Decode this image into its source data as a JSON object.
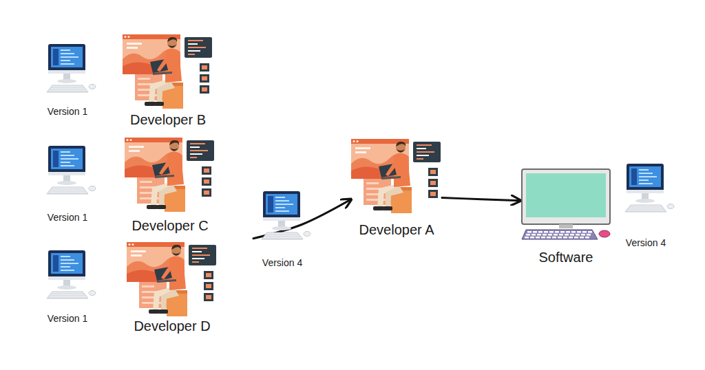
{
  "diagram": {
    "nodes": [
      {
        "text": [
          "Version 1"
        ]
      },
      {
        "text": [
          "Developer B"
        ]
      },
      {
        "text": [
          "Version 1"
        ]
      },
      {
        "text": [
          "Developer C"
        ]
      },
      {
        "text": [
          "Version 1"
        ]
      },
      {
        "text": [
          "Developer D"
        ]
      },
      {
        "text": [
          "Version 4"
        ]
      },
      {
        "text": [
          "Developer A"
        ]
      },
      {
        "text": [
          "Software"
        ]
      },
      {
        "text": [
          "Version 4"
        ]
      }
    ],
    "edges": [
      {
        "from": 6,
        "to": 7,
        "arrow": "to"
      },
      {
        "from": 7,
        "to": 8,
        "arrow": "to"
      }
    ]
  }
}
